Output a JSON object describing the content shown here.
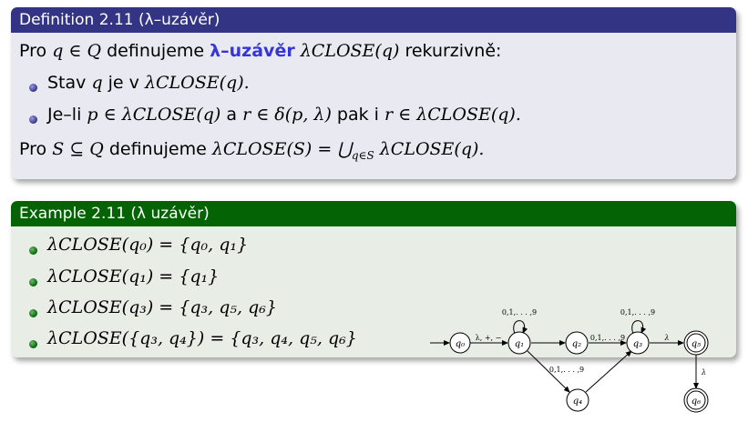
{
  "definition": {
    "title": "Definition 2.11 (λ–uzávěr)",
    "line1": {
      "prefix": "Pro ",
      "math1": "q ∈ Q",
      "mid": " definujeme ",
      "term": "λ–uzávěr",
      "math2": "λCLOSE(q)",
      "suffix": " rekurzivně:"
    },
    "bullets": [
      {
        "text": "Stav ",
        "math": "q",
        "text2": " je v ",
        "math2": "λCLOSE(q)."
      },
      {
        "text": "Je–li ",
        "math": "p ∈ λCLOSE(q)",
        "text2": " a ",
        "math2": "r ∈ δ(p, λ)",
        "text3": " pak i ",
        "math3": "r ∈ λCLOSE(q)."
      }
    ],
    "line_last": {
      "prefix": "Pro ",
      "math1": "S ⊆ Q",
      "mid": " definujeme ",
      "math2": "λCLOSE(S) = ⋃",
      "sub": "q∈S",
      "math3": " λCLOSE(q)."
    }
  },
  "example": {
    "title": "Example 2.11 (λ uzávěr)",
    "items": [
      "λCLOSE(q₀) = {q₀, q₁}",
      "λCLOSE(q₁) = {q₁}",
      "λCLOSE(q₃) = {q₃, q₅, q₆}",
      "λCLOSE({q₃, q₄}) = {q₃, q₄, q₅, q₆}"
    ]
  },
  "automaton": {
    "states": [
      "q₀",
      "q₁",
      "q₂",
      "q₃",
      "q₅",
      "q₄",
      "q₆"
    ],
    "edge_labels": {
      "q0_q1": "λ, +, −",
      "q1_loop": "0,1,. . . ,9",
      "q3_loop": "0,1,. . . ,9",
      "q2_q3": "0,1,. . . ,9",
      "q1_q4": "0,1,. . . ,9",
      "q3_q5": "λ",
      "q5_q6": "λ"
    }
  }
}
